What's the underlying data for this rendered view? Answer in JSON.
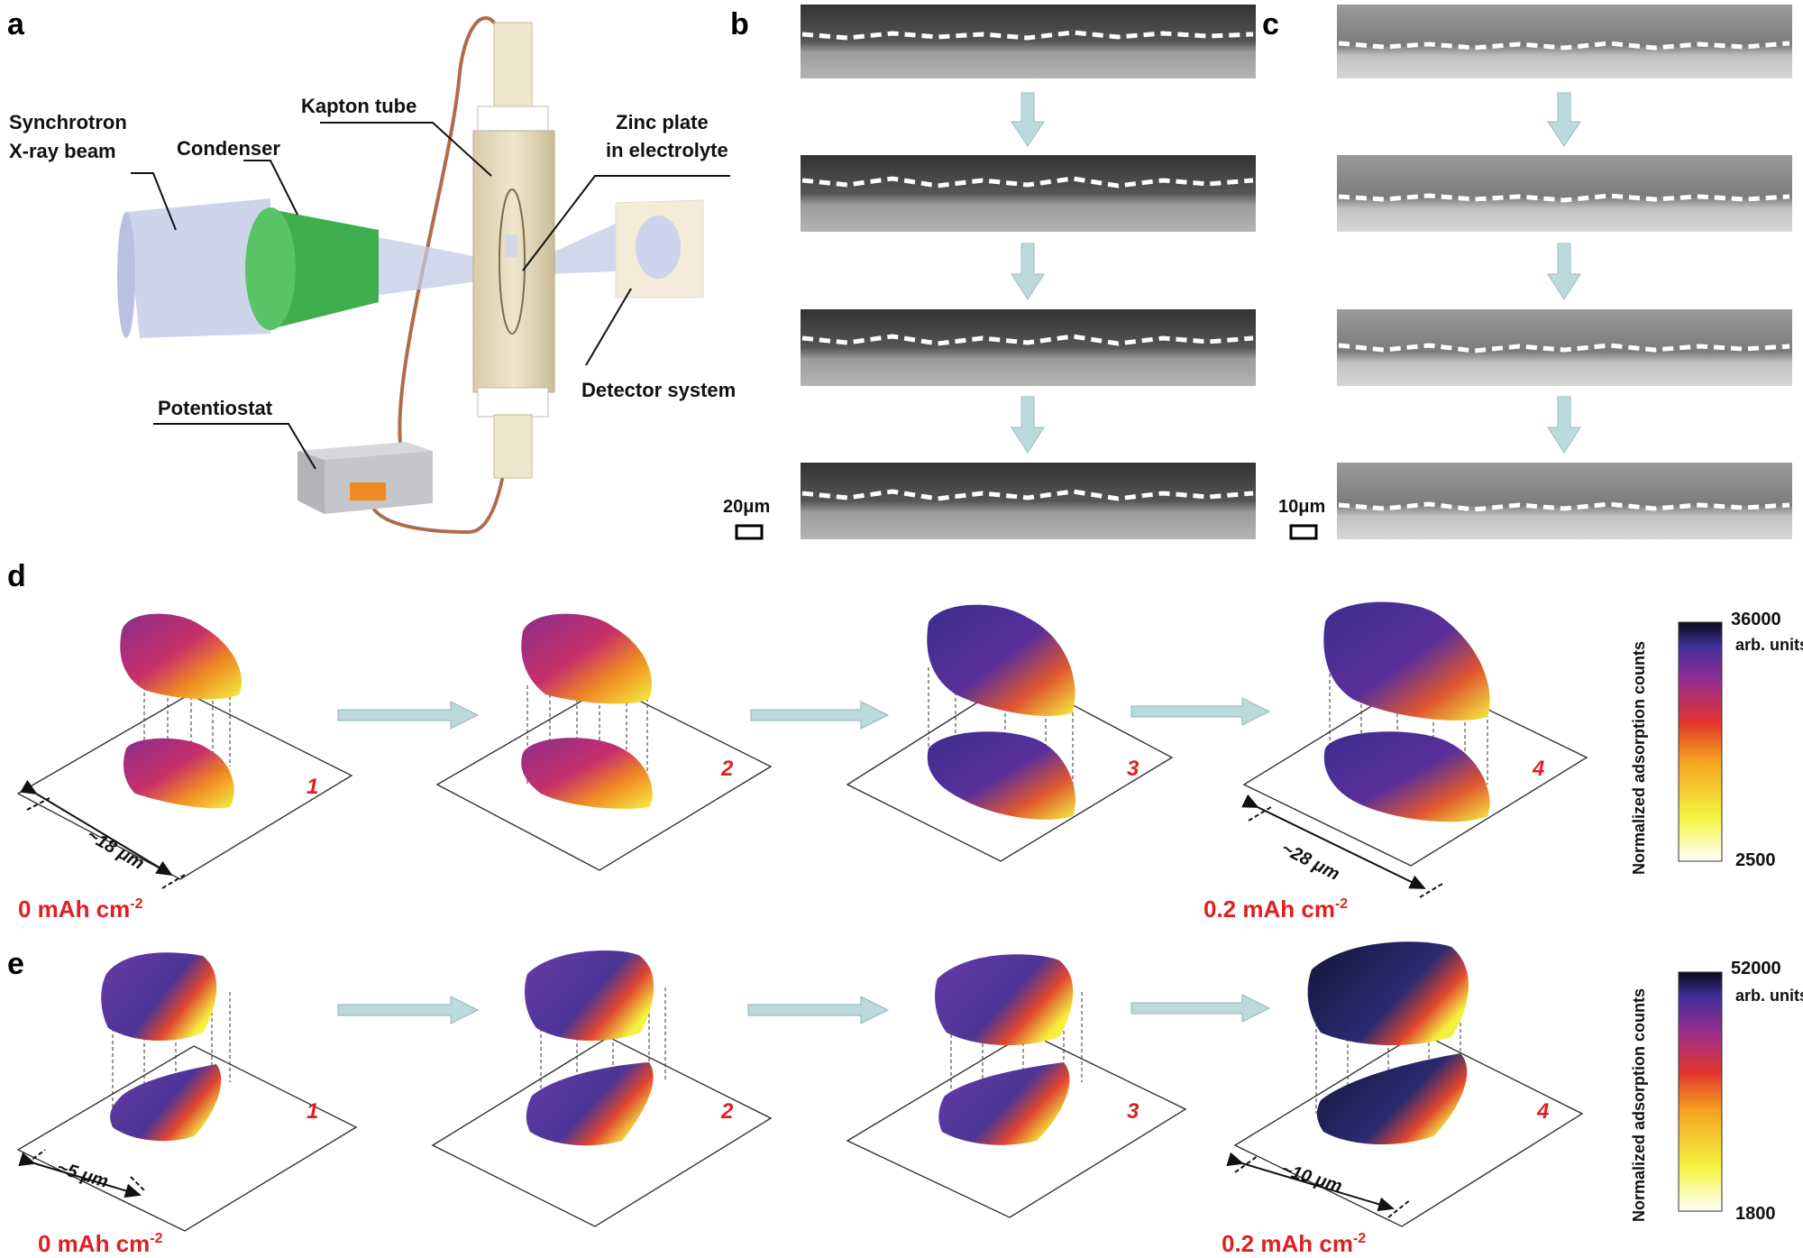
{
  "panels": {
    "a": "a",
    "b": "b",
    "c": "c",
    "d": "d",
    "e": "e"
  },
  "setup_labels": {
    "synchrotron_line1": "Synchrotron",
    "synchrotron_line2": "X-ray beam",
    "condenser": "Condenser",
    "kapton": "Kapton tube",
    "zinc_line1": "Zinc plate",
    "zinc_line2": "in electrolyte",
    "detector": "Detector system",
    "potentiostat": "Potentiostat"
  },
  "scale_bars": {
    "b": "20μm",
    "c": "10μm"
  },
  "row_d": {
    "steps": [
      "1",
      "2",
      "3",
      "4"
    ],
    "size_start": "~18 μm",
    "size_end": "~28 μm",
    "capacity_start": "0 mAh cm",
    "capacity_end": "0.2 mAh cm",
    "exponent": "-2",
    "colorbar": {
      "max": "36000",
      "units": "arb. units",
      "min": "2500",
      "title": "Normalized adsorption counts"
    }
  },
  "row_e": {
    "steps": [
      "1",
      "2",
      "3",
      "4"
    ],
    "size_start": "~5 μm",
    "size_end": "~10 μm",
    "capacity_start": "0 mAh cm",
    "capacity_end": "0.2 mAh cm",
    "exponent": "-2",
    "colorbar": {
      "max": "52000",
      "units": "arb. units",
      "min": "1800",
      "title": "Normalized adsorption counts"
    }
  },
  "colors": {
    "arrow": "#bcd9dc",
    "condenser": "#3fae4f",
    "beam": "#b8c2e0",
    "highlight": "#e02020"
  }
}
